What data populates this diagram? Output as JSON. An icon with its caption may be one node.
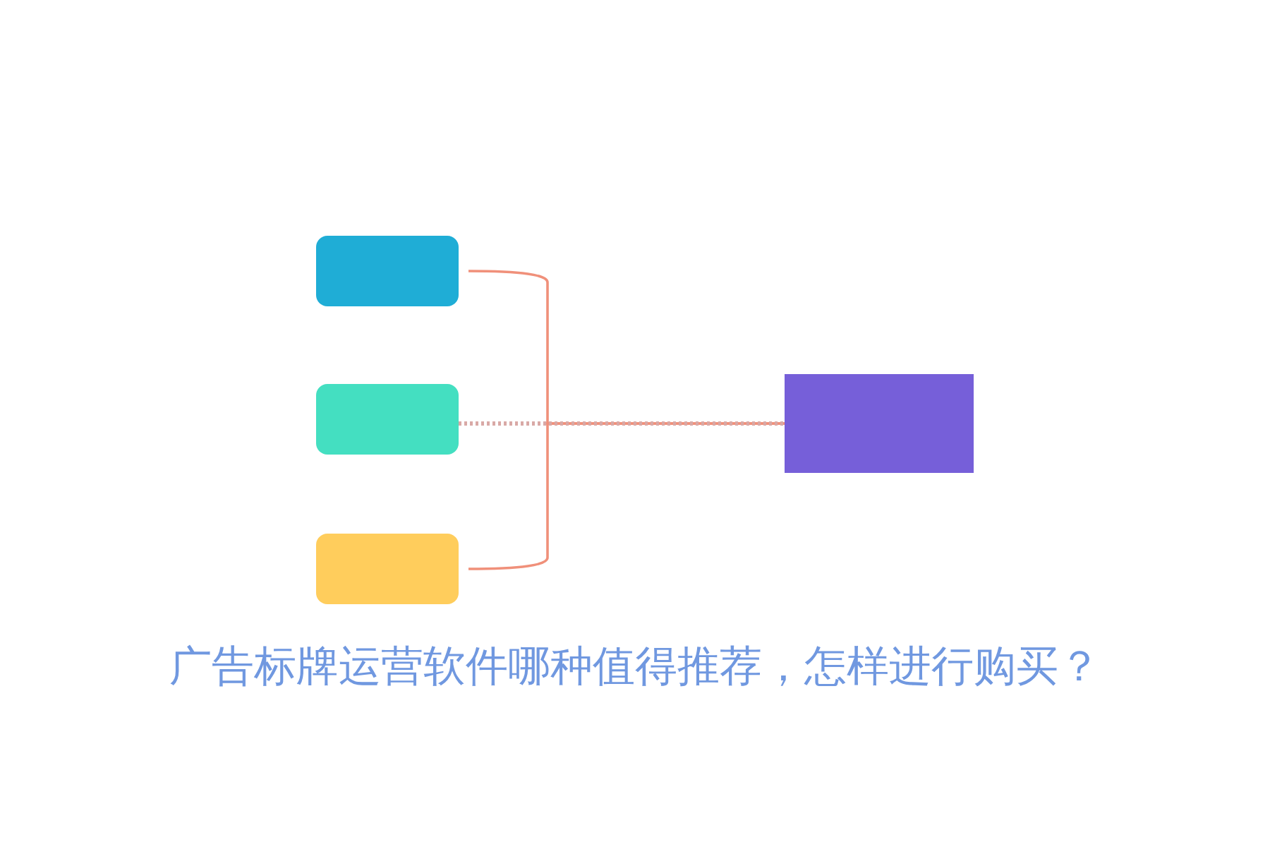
{
  "diagram": {
    "title": "广告标牌运营软件哪种值得推荐，怎样进行购买？",
    "nodes": [
      {
        "text": [],
        "shape": "box"
      },
      {
        "text": [],
        "shape": "box"
      },
      {
        "text": [],
        "shape": "box"
      },
      {
        "text": [],
        "shape": "box"
      }
    ],
    "edges": [
      {
        "from": 0,
        "to": 3,
        "arrow": "none"
      },
      {
        "from": 1,
        "to": 3,
        "arrow": "none",
        "style": "dashed",
        "color": "#d9a9a6"
      },
      {
        "from": 2,
        "to": 3,
        "arrow": "none"
      }
    ]
  }
}
